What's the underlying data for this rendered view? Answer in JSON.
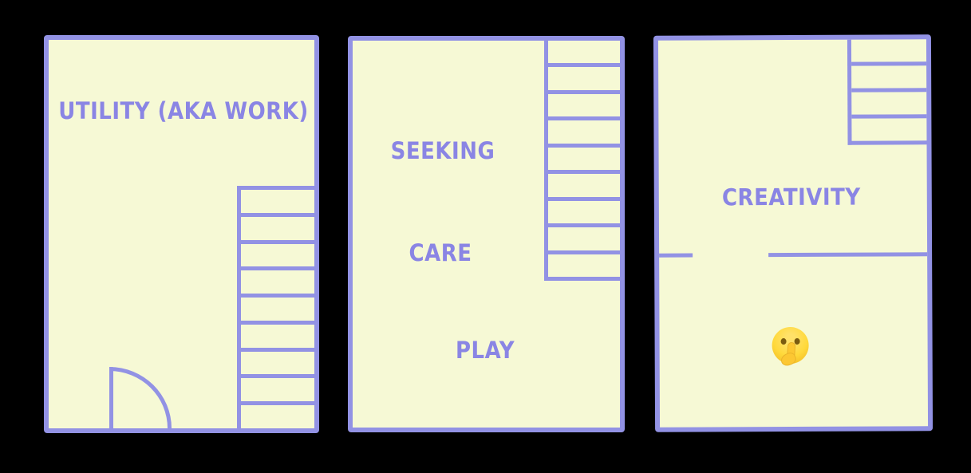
{
  "colors": {
    "background": "#000000",
    "wall": "#9292e4",
    "label_text": "#8a85e4",
    "floor_fill": "#f6f9d5",
    "emoji_face": "#ffd93b"
  },
  "floors": {
    "utility": {
      "label": "UTILITY (AKA WORK)",
      "stair_steps": 9
    },
    "middle": {
      "seeking_label": "SEEKING",
      "care_label": "CARE",
      "play_label": "PLAY",
      "stair_steps": 9
    },
    "creativity": {
      "label": "CREATIVITY",
      "emoji": "🤫",
      "stair_steps": 4
    }
  }
}
